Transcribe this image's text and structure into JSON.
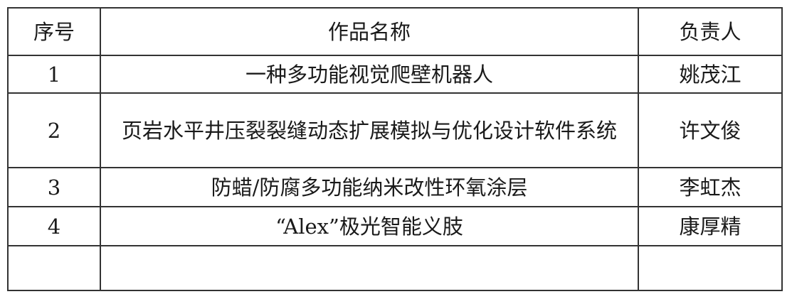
{
  "table": {
    "headers": [
      "序号",
      "作品名称",
      "负责人"
    ],
    "rows": [
      {
        "no": "1",
        "name": "一种多功能视觉爬壁机器人",
        "owner": "姚茂江"
      },
      {
        "no": "2",
        "name": "页岩水平井压裂裂缝动态扩展模拟与优化设计软件系统",
        "owner": "许文俊"
      },
      {
        "no": "3",
        "name": "防蜡/防腐多功能纳米改性环氧涂层",
        "owner": "李虹杰"
      },
      {
        "no": "4",
        "name": "“Alex”极光智能义肢",
        "owner": "康厚精"
      },
      {
        "no": "",
        "name": "",
        "owner": ""
      }
    ]
  }
}
